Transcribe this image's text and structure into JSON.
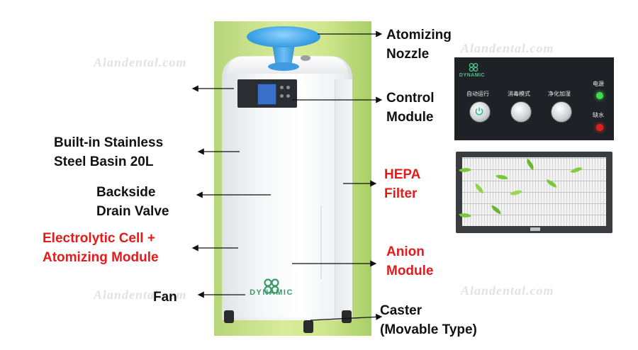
{
  "watermarks": {
    "text": "Alandental.com"
  },
  "labels": {
    "atomizing_nozzle": [
      "Atomizing",
      "Nozzle"
    ],
    "control_module": [
      "Control",
      "Module"
    ],
    "basin": [
      "Built-in Stainless",
      "Steel Basin 20L"
    ],
    "drain_valve": [
      "Backside",
      "Drain Valve"
    ],
    "electrolytic": [
      "Electrolytic Cell +",
      "Atomizing Module"
    ],
    "fan": "Fan",
    "hepa": [
      "HEPA",
      "Filter"
    ],
    "anion": [
      "Anion",
      "Module"
    ],
    "caster": [
      "Caster",
      "(Movable Type)"
    ]
  },
  "device": {
    "brand": "DYNAMIC"
  },
  "control_panel": {
    "brand": "DYNAMIC",
    "button_labels": [
      "自动运行",
      "消毒模式",
      "净化加湿"
    ],
    "indicator_labels": [
      "电源",
      "缺水"
    ]
  },
  "colors": {
    "label_black": "#111111",
    "label_red": "#e31b1b",
    "led_green": "#3ddc4a",
    "led_red": "#e02020"
  }
}
